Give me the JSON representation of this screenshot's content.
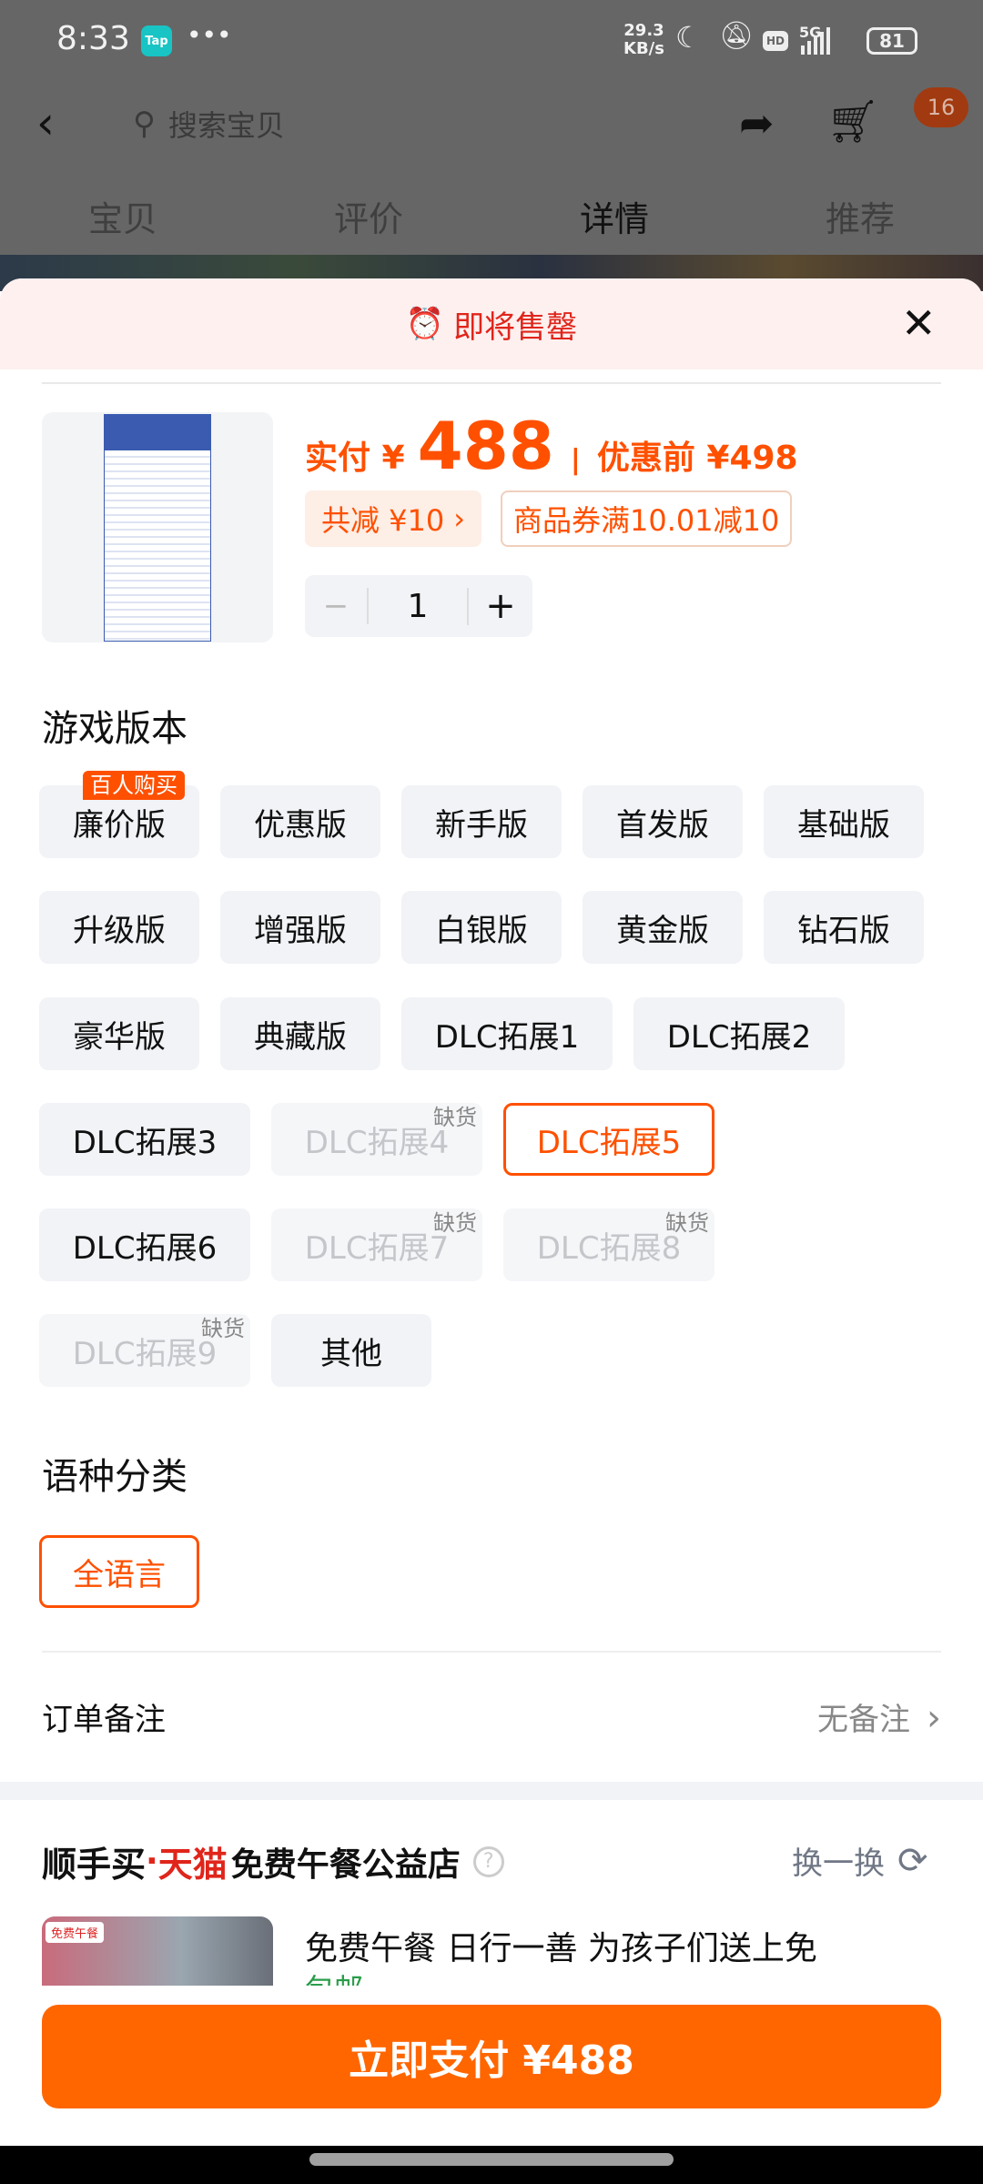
{
  "status_bar": {
    "time": "8:33",
    "app_icon": "Tap",
    "more": "•••",
    "net_speed": "29.3",
    "net_unit": "KB/s",
    "network": "5G",
    "battery": "81"
  },
  "header": {
    "search_placeholder": "搜索宝贝",
    "cart_badge": "16"
  },
  "tabs": [
    {
      "label": "宝贝"
    },
    {
      "label": "评价"
    },
    {
      "label": "详情",
      "active": true
    },
    {
      "label": "推荐"
    }
  ],
  "sheet": {
    "title": "即将售罄",
    "price": {
      "paid_label": "实付 ¥",
      "paid_value": "488",
      "sep": "|",
      "before_label": "优惠前 ¥498",
      "discount": "共减 ¥10",
      "coupon": "商品券满10.01减10"
    },
    "quantity": {
      "value": "1",
      "minus": "−",
      "plus": "+"
    },
    "version": {
      "title": "游戏版本",
      "badge": "百人购买",
      "out_of_stock_label": "缺货",
      "options": [
        {
          "label": "廉价版"
        },
        {
          "label": "优惠版"
        },
        {
          "label": "新手版"
        },
        {
          "label": "首发版"
        },
        {
          "label": "基础版"
        },
        {
          "label": "升级版"
        },
        {
          "label": "增强版"
        },
        {
          "label": "白银版"
        },
        {
          "label": "黄金版"
        },
        {
          "label": "钻石版"
        },
        {
          "label": "豪华版"
        },
        {
          "label": "典藏版"
        },
        {
          "label": "DLC拓展1"
        },
        {
          "label": "DLC拓展2"
        },
        {
          "label": "DLC拓展3"
        },
        {
          "label": "DLC拓展4",
          "disabled": true
        },
        {
          "label": "DLC拓展5",
          "selected": true
        },
        {
          "label": "DLC拓展6"
        },
        {
          "label": "DLC拓展7",
          "disabled": true
        },
        {
          "label": "DLC拓展8",
          "disabled": true
        },
        {
          "label": "DLC拓展9",
          "disabled": true
        },
        {
          "label": "其他"
        }
      ]
    },
    "language": {
      "title": "语种分类",
      "options": [
        {
          "label": "全语言",
          "selected": true
        }
      ]
    },
    "remark": {
      "label": "订单备注",
      "value": "无备注"
    },
    "recommend": {
      "brand": "顺手买",
      "dot": "·",
      "tmall": "天猫",
      "store": "免费午餐公益店",
      "refresh": "换一换",
      "image_logo": "免费午餐",
      "item_title": "免费午餐 日行一善 为孩子们送上免",
      "item_tag": "包邮"
    },
    "pay_button": "立即支付 ¥488"
  },
  "colors": {
    "accent": "#ff5000",
    "danger": "#e0251b"
  }
}
